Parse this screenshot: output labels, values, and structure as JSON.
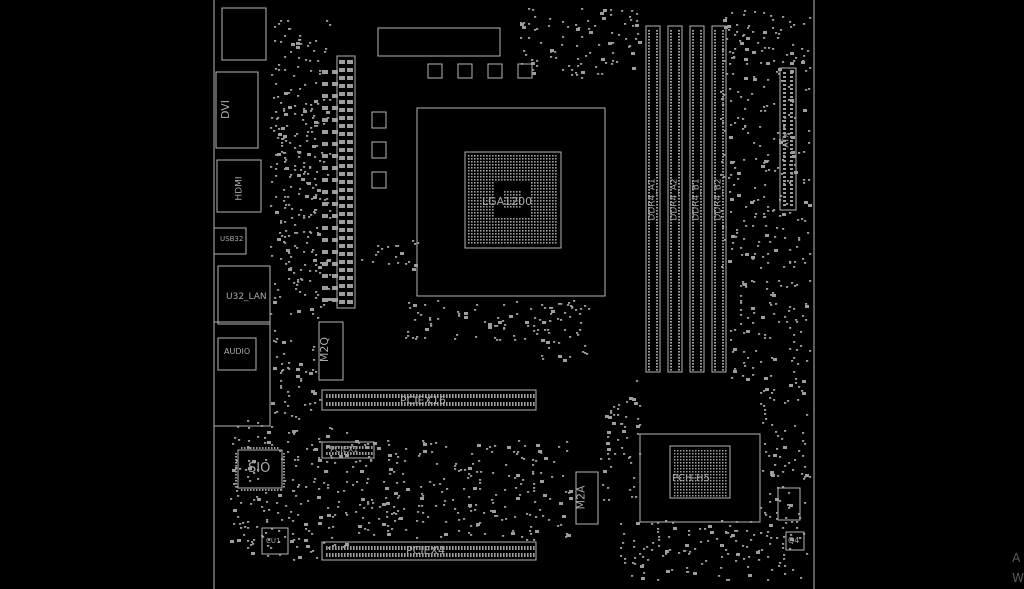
{
  "labels": {
    "cpu_socket": "LGA1200",
    "pcie_x16": "PCIEX16",
    "pcie_x4": "PCIEX4",
    "pcie_x1": "PCIEX1",
    "m2_q": "M2Q",
    "m2_a": "M2A",
    "sio": "SIO",
    "usb_lan": "U32_LAN",
    "audio": "AUDIO",
    "dvi": "DVI",
    "atx": "ATX",
    "pch": "PCH-H5",
    "cu1": "CU1",
    "q4": "Q4",
    "hdmi": "HDMI",
    "usb32": "USB32",
    "dimm_a1": "DDR4_A1",
    "dimm_a2": "DDR4_A2",
    "dimm_b1": "DDR4_B1",
    "dimm_b2": "DDR4_B2"
  },
  "watermark": "A\nW",
  "colors": {
    "background": "#000000",
    "outline": "#b4b4b4",
    "pad": "#9e9e9e",
    "label": "#a9a9a9"
  }
}
